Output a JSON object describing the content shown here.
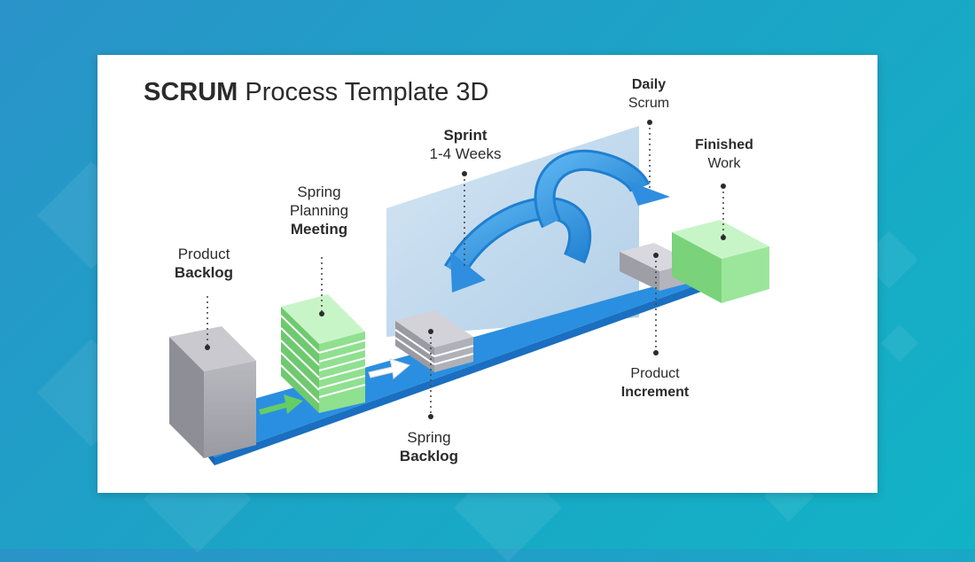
{
  "title": {
    "bold": "SCRUM",
    "rest": "Process Template 3D"
  },
  "labels": {
    "product_backlog": {
      "line1": "Product",
      "line2": "Backlog"
    },
    "spring_planning_meeting": {
      "line1": "Spring",
      "line2": "Planning",
      "line3": "Meeting"
    },
    "spring_backlog": {
      "line1": "Spring",
      "line2": "Backlog"
    },
    "sprint": {
      "line1": "Sprint",
      "line2": "1-4 Weeks"
    },
    "daily_scrum": {
      "line1": "Daily",
      "line2": "Scrum"
    },
    "finished_work": {
      "line1": "Finished",
      "line2": "Work"
    },
    "product_increment": {
      "line1": "Product",
      "line2": "Increment"
    }
  },
  "colors": {
    "background": "#1aa6c6",
    "belt": "#2a8fe0",
    "arrow": "#3a9be6",
    "green": "#8ee68e",
    "grey": "#a9a9b2",
    "text": "#2b2b2b"
  }
}
